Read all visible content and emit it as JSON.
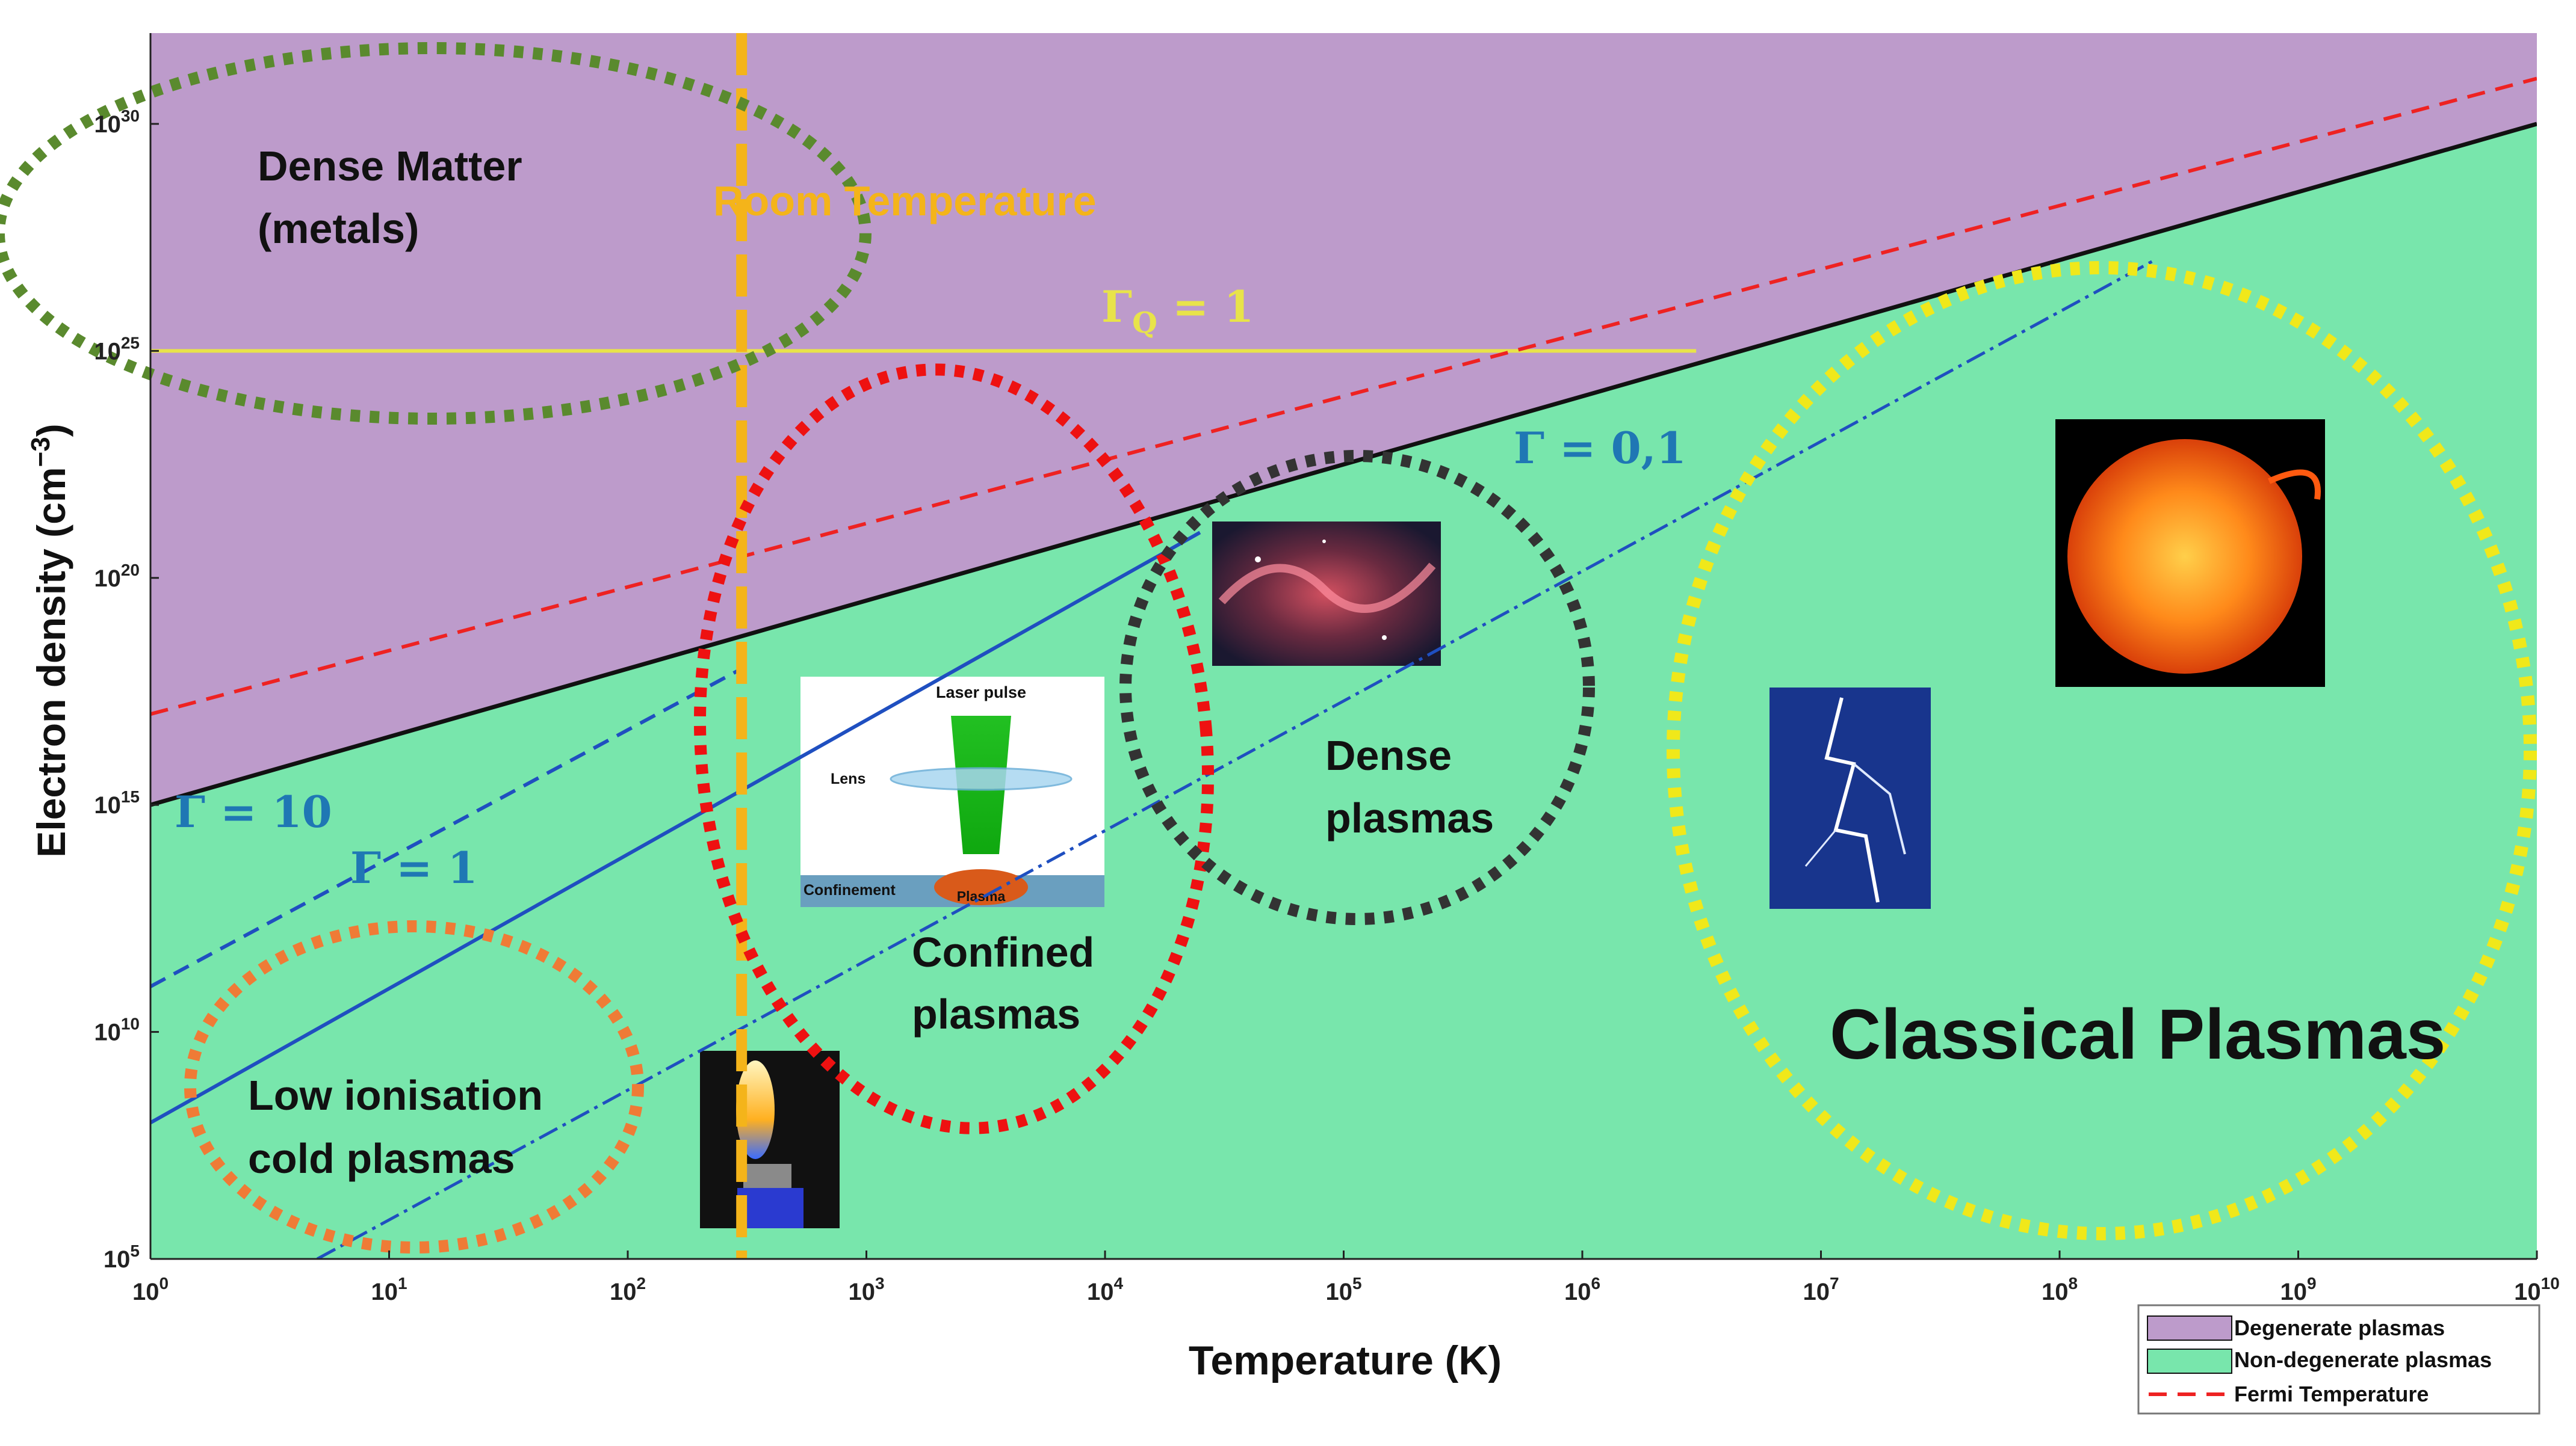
{
  "chart_data": {
    "type": "area",
    "x_scale": "log",
    "y_scale": "log",
    "xlabel": "Temperature (K)",
    "ylabel": "Electron density (cm",
    "ylabel_sup": "−3",
    "ylabel_end": ")",
    "xlim": [
      1,
      10000000000
    ],
    "ylim": [
      100000,
      1e+32
    ],
    "x_ticks": [
      {
        "base": "10",
        "exp": "0",
        "value": 1
      },
      {
        "base": "10",
        "exp": "1",
        "value": 10
      },
      {
        "base": "10",
        "exp": "2",
        "value": 100
      },
      {
        "base": "10",
        "exp": "3",
        "value": 1000
      },
      {
        "base": "10",
        "exp": "4",
        "value": 10000
      },
      {
        "base": "10",
        "exp": "5",
        "value": 100000
      },
      {
        "base": "10",
        "exp": "6",
        "value": 1000000
      },
      {
        "base": "10",
        "exp": "7",
        "value": 10000000
      },
      {
        "base": "10",
        "exp": "8",
        "value": 100000000
      },
      {
        "base": "10",
        "exp": "9",
        "value": 1000000000
      },
      {
        "base": "10",
        "exp": "10",
        "value": 10000000000
      }
    ],
    "y_ticks": [
      {
        "base": "10",
        "exp": "5",
        "value": 100000.0
      },
      {
        "base": "10",
        "exp": "10",
        "value": 10000000000.0
      },
      {
        "base": "10",
        "exp": "15",
        "value": 1000000000000000.0
      },
      {
        "base": "10",
        "exp": "20",
        "value": 1e+20
      },
      {
        "base": "10",
        "exp": "25",
        "value": 1e+25
      },
      {
        "base": "10",
        "exp": "30",
        "value": 1e+30
      }
    ],
    "degeneracy_boundary": {
      "x": [
        1,
        10000000000
      ],
      "y": [
        1000000000000000.0,
        1e+30
      ]
    },
    "fermi_temperature": {
      "x": [
        1,
        10000000000
      ],
      "y": [
        1e+17,
        1e+31
      ]
    },
    "gamma_q_line": {
      "x": [
        1,
        3000000
      ],
      "y": [
        1e+25,
        1e+25
      ],
      "label": "Γ",
      "label_sub": "Q",
      "label_end": " = 1"
    },
    "room_temperature": {
      "x": 300,
      "label": "Room Temperature"
    },
    "coupling_lines": [
      {
        "label": "Γ = 10",
        "style": "dashed",
        "x": [
          1,
          300
        ],
        "y": [
          100000000000.0,
          1e+18
        ]
      },
      {
        "label": "Γ = 1",
        "style": "solid",
        "x": [
          1,
          25000
        ],
        "y": [
          100000000.0,
          1e+21
        ]
      },
      {
        "label": "Γ = 0,1",
        "style": "dashdot",
        "x": [
          5,
          250000000
        ],
        "y": [
          100000,
          1e+27
        ]
      }
    ],
    "regions": [
      {
        "lines": [
          "Dense Matter",
          "(metals)"
        ],
        "color": "#5a8a2e"
      },
      {
        "lines": [
          "Confined",
          "plasmas"
        ],
        "color": "#ee1111"
      },
      {
        "lines": [
          "Dense",
          "plasmas"
        ],
        "color": "#333333"
      },
      {
        "lines": [
          "Low ionisation",
          "cold plasmas"
        ],
        "color": "#ef7b36"
      },
      {
        "lines": [
          "Classical Plasmas"
        ],
        "color": "#f0e81a"
      }
    ],
    "inset": {
      "laser_pulse": "Laser pulse",
      "lens": "Lens",
      "confinement": "Confinement",
      "plasma": "Plasma"
    },
    "legend": {
      "position": "bottom-right",
      "entries": [
        {
          "label": "Degenerate  plasmas",
          "color": "#bd9bcb"
        },
        {
          "label": "Non-degenerate  plasmas",
          "color": "#78e6ac"
        },
        {
          "label": "Fermi Temperature",
          "color": "#ee2222"
        }
      ]
    },
    "colors": {
      "degenerate": "#bd9bcb",
      "non_degenerate": "#78e6ac",
      "boundary": "#111111",
      "fermi": "#ee2222",
      "coupling": "#1f4fc0",
      "gamma_q": "#e8e34a",
      "room_temperature": "#f4b41a",
      "gamma_label": "#1f77b4"
    }
  }
}
